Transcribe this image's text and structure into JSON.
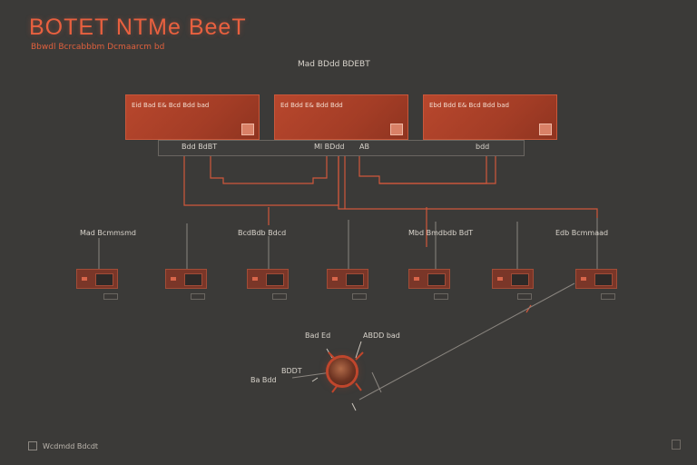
{
  "header": {
    "title": "BOTET NTMe BeeT",
    "subtitle": "Bbwdl Bcrcabbbm Dcmaarcm bd"
  },
  "top_label": "Mad BDdd BDEBT",
  "panels": [
    {
      "text": "Eid Bad E& Bcd Bdd bad"
    },
    {
      "text": "Ed Bdd E& Bdd Bdd"
    },
    {
      "text": "Ebd Bdd E& Bcd Bdd bad"
    }
  ],
  "bus": {
    "left_text": "Bdd BdBT",
    "mid_text": "Ml BDdd",
    "mid_text2": "AB",
    "right_text": "bdd"
  },
  "nodes": [
    {
      "label": "Mad Bcmmsmd"
    },
    {
      "label": "BcdBdb Bdcd"
    },
    {
      "label": "Mbd Bmdbdb BdT"
    },
    {
      "label": "Edb Bcmmaad"
    }
  ],
  "annotations": {
    "a1": "Bad Ed",
    "a2": "ABDD bad",
    "a3": "BDDT",
    "a4": "Ba Bdd"
  },
  "footer": {
    "text": "Wcdmdd Bdcdt"
  },
  "colors": {
    "accent": "#e8603f",
    "background": "#3b3a38",
    "wire": "#d0573b"
  }
}
